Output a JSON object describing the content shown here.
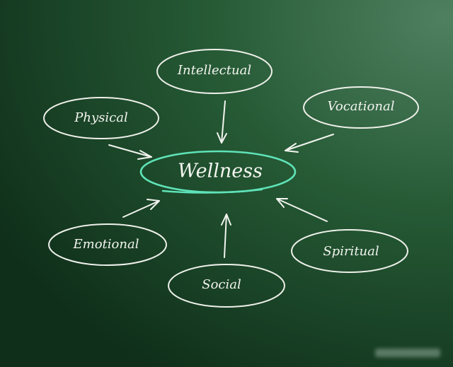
{
  "center": {
    "label": "Wellness"
  },
  "nodes": [
    {
      "key": "intellectual",
      "label": "Intellectual"
    },
    {
      "key": "vocational",
      "label": "Vocational"
    },
    {
      "key": "physical",
      "label": "Physical"
    },
    {
      "key": "emotional",
      "label": "Emotional"
    },
    {
      "key": "social",
      "label": "Social"
    },
    {
      "key": "spiritual",
      "label": "Spiritual"
    }
  ],
  "colors": {
    "board_dark": "#10321c",
    "board_light": "#4a7a56",
    "chalk": "#f2f4ef",
    "highlight": "#5fe3b8"
  }
}
